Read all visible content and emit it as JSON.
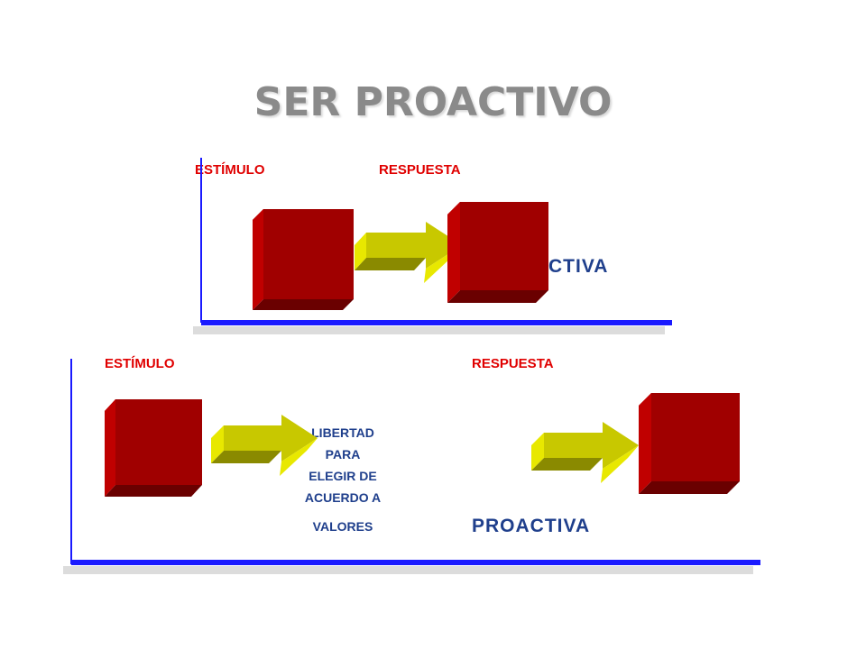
{
  "title": "SER PROACTIVO",
  "colors": {
    "title": "#8a8a8a",
    "label_red": "#e00000",
    "text_blue": "#1f3f8c",
    "axis_blue": "#1a1aff",
    "cube_red": "#a50000",
    "arrow_yellow": "#c8c800"
  },
  "top": {
    "stimulus_label": "ESTÍMULO",
    "response_label": "RESPUESTA",
    "caption": "CTIVA"
  },
  "bottom": {
    "stimulus_label": "ESTÍMULO",
    "response_label": "RESPUESTA",
    "freedom_lines": [
      "LIBERTAD",
      "PARA",
      "ELEGIR DE",
      "ACUERDO A",
      "VALORES"
    ],
    "caption": "PROACTIVA"
  }
}
